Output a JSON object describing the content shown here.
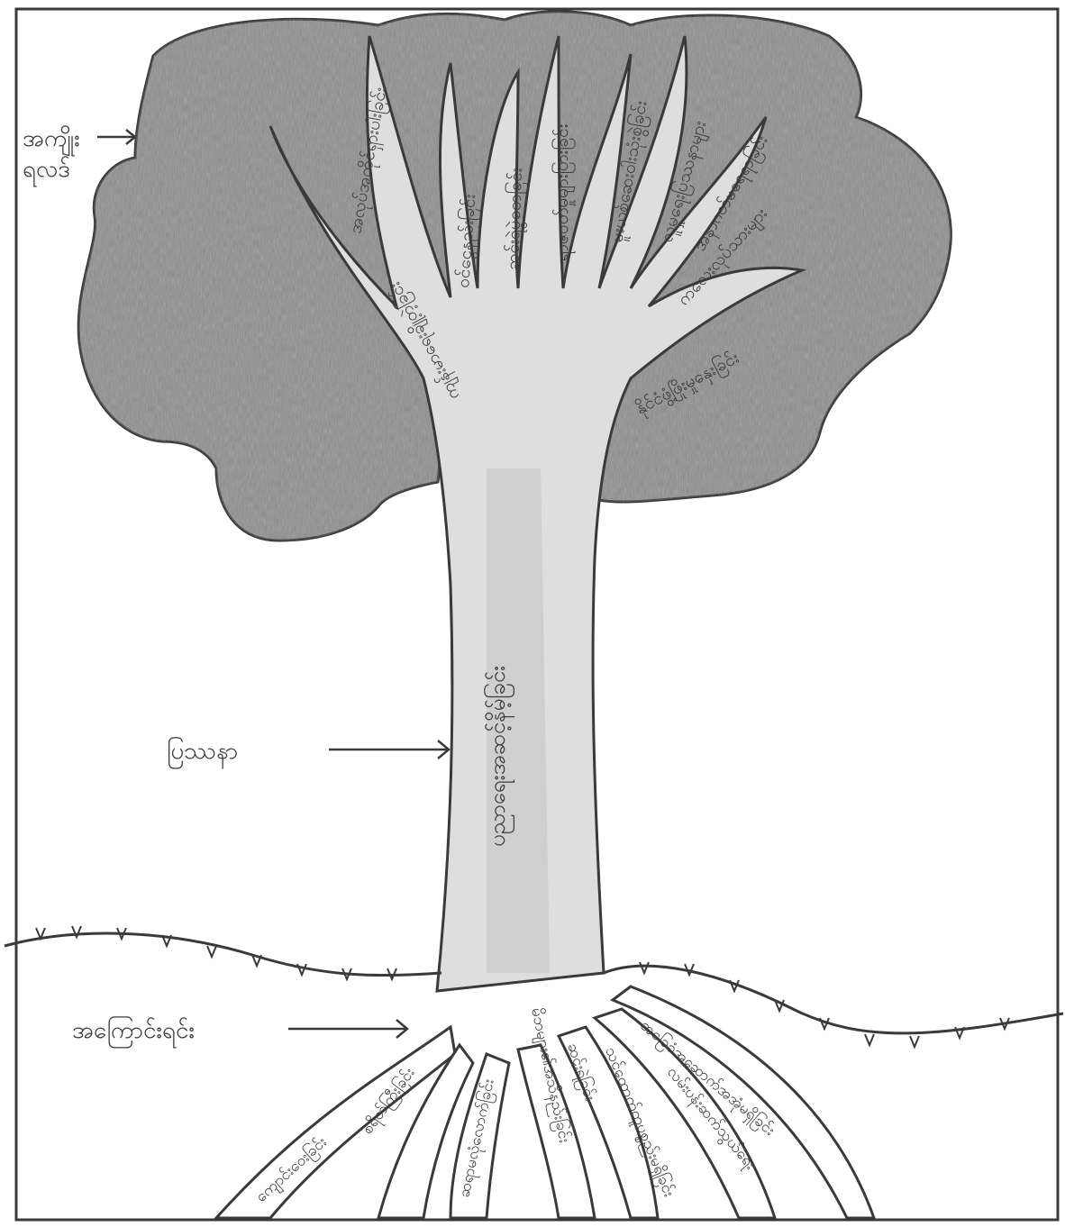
{
  "colors": {
    "ink": "#3a3a3a",
    "canopy": "#8d8d8d",
    "canopy_dark": "#6a6a6a",
    "trunk": "#dedede",
    "paper": "#ffffff"
  },
  "side_labels": {
    "canopy_line1": "အကျိုး",
    "canopy_line2": "ရလဒ်",
    "trunk": "ပြဿနာ",
    "roots": "အကြောင်းရင်း"
  },
  "trunk_text": "ပညာရေးအဆင့်နိမ့်ခြင်း",
  "branch_texts": [
    "ကျန်းမာရေးချို့တဲ့ခြင်း",
    "အလုပ်အကိုင်ရှားပါးခြင်း",
    "ဝင်ငွေနည်းခြင်း",
    "ဆင်းရဲမွဲတေခြင်း",
    "ရာဇဝတ်မှုများပြားခြင်း",
    "မူးယစ်ဆေးဝါးသုံးစွဲခြင်း",
    "လူမှုရေးပြဿနာများ",
    "အနာဂတ်မရေရာခြင်း",
    "ကလေးလုပ်သားများ",
    "နိုင်ငံဖွံ့ဖြိုးမှုနှေးခြင်း"
  ],
  "root_texts": [
    "ကျောင်းဝေးခြင်း",
    "စရိတ်ကြီးခြင်း",
    "ဆရာမလုံလောက်ခြင်း",
    "မိဘများ၏အသိနည်းခြင်း",
    "ဆင်းရဲခြင်း",
    "သင်ထောက်ကူပစ္စည်းမရှိခြင်း",
    "အခြေခံအဆောက်အအုံမရှိခြင်း",
    "လမ်းပန်းဆက်သွယ်ရေး"
  ]
}
